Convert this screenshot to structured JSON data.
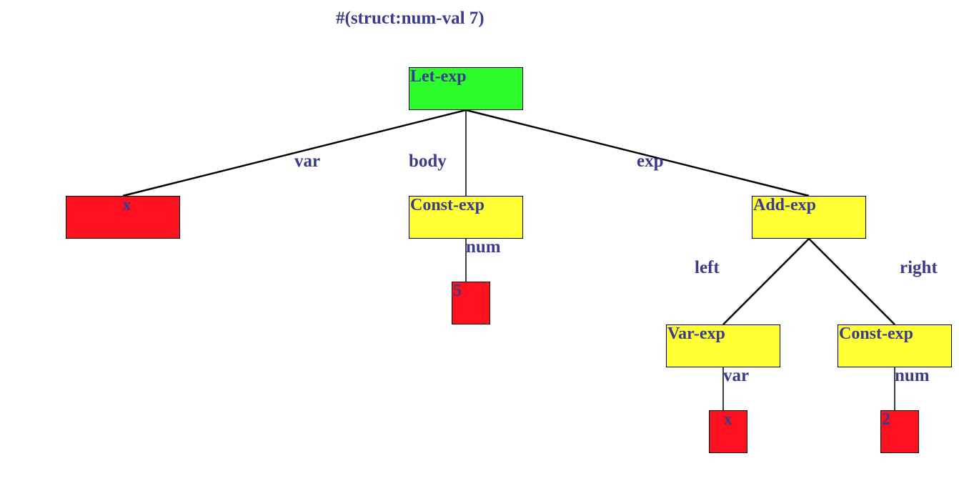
{
  "result": "#(struct:num-val 7)",
  "nodes": {
    "let": "Let-exp",
    "x_leaf": "x",
    "const1": "Const-exp",
    "five": "5",
    "add": "Add-exp",
    "var_exp": "Var-exp",
    "x_leaf2": "x",
    "const2": "Const-exp",
    "two": "2"
  },
  "edge_labels": {
    "var": "var",
    "body": "body",
    "exp": "exp",
    "num1": "num",
    "left": "left",
    "right": "right",
    "var2": "var",
    "num2": "num"
  },
  "colors": {
    "root": "#2dfc2d",
    "internal": "#ffff33",
    "leaf": "#ff101e",
    "text": "#3b3b8c",
    "edge": "#000000"
  }
}
